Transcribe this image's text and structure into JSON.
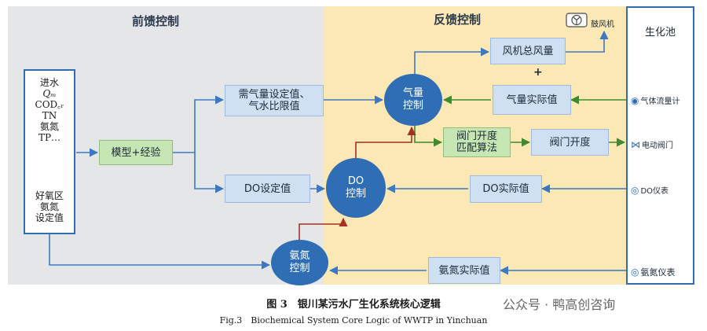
{
  "regions": {
    "feedforward_title": "前馈控制",
    "feedback_title": "反馈控制"
  },
  "inputs": {
    "lines": [
      "进水",
      "Qₘ",
      "COD꜀ᵣ",
      "TN",
      "氨氮",
      "TP…"
    ],
    "setpoint_lines": [
      "好氧区",
      "氨氮",
      "设定值"
    ]
  },
  "boxes": {
    "model": "模型+经验",
    "air_setpoint_line1": "需气量设定值、",
    "air_setpoint_line2": "气水比限值",
    "do_setpoint": "DO设定值",
    "fan_total_air": "风机总风量",
    "air_actual": "气量实际值",
    "valve_algo_line1": "阀门开度",
    "valve_algo_line2": "匹配算法",
    "valve_opening": "阀门开度",
    "do_actual": "DO实际值",
    "ammonia_actual": "氨氮实际值"
  },
  "controllers": {
    "air_line1": "气量",
    "air_line2": "控制",
    "do_line1": "DO",
    "do_line2": "控制",
    "ammonia_line1": "氨氮",
    "ammonia_line2": "控制"
  },
  "plus": "+",
  "fan": {
    "label": "鼓风机",
    "icon": "blower-icon"
  },
  "bio_tank": {
    "title": "生化池",
    "items": [
      {
        "label": "气体流量计",
        "icon": "flowmeter-icon"
      },
      {
        "label": "电动阀门",
        "icon": "valve-icon"
      },
      {
        "label": "DO仪表",
        "icon": "do-meter-icon"
      },
      {
        "label": "氨氮仪表",
        "icon": "ammonia-meter-icon"
      }
    ]
  },
  "caption": {
    "cn": "图 3　银川某污水厂生化系统核心逻辑",
    "en": "Fig.3　Biochemical System Core Logic of WWTP in Yinchuan"
  },
  "watermark": "公众号 · 鸭高创咨询",
  "colors": {
    "feedforward_bg": "#e4e6e8",
    "feedback_bg": "#fbe8b4",
    "box_blue": "#cfe0f3",
    "box_green": "#c6e6b4",
    "controller": "#2f6db5",
    "arrow_blue": "#3d78c2",
    "arrow_green": "#3f8a2e",
    "arrow_red": "#a2331f"
  }
}
